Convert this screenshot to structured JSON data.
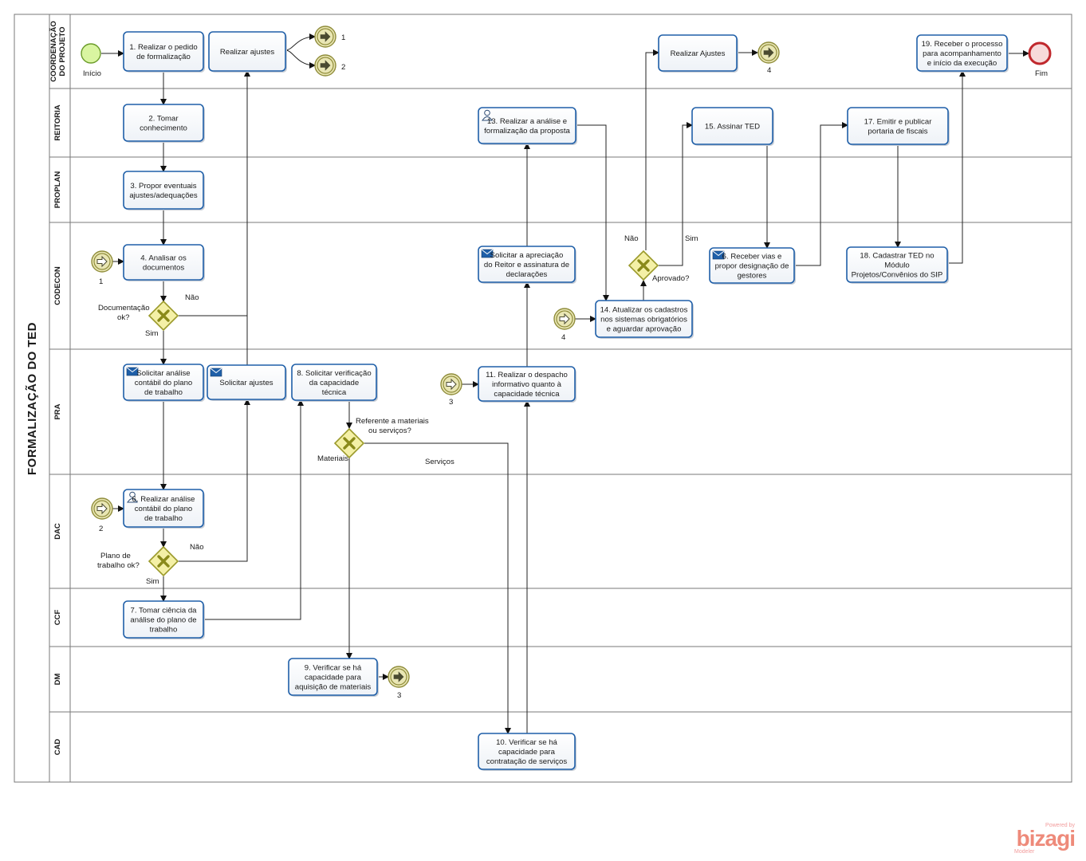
{
  "pool": {
    "title": "FORMALIZAÇÃO DO TED"
  },
  "lanes": [
    {
      "id": "coord",
      "name": "COORDENAÇÃO DO PROJETO",
      "lines": [
        "COORDENAÇÃO",
        "DO PROJETO"
      ]
    },
    {
      "id": "reitoria",
      "name": "REITORIA",
      "lines": [
        "REITORIA"
      ]
    },
    {
      "id": "proplan",
      "name": "PROPLAN",
      "lines": [
        "PROPLAN"
      ]
    },
    {
      "id": "codecon",
      "name": "CODECON",
      "lines": [
        "CODECON"
      ]
    },
    {
      "id": "pra",
      "name": "PRA",
      "lines": [
        "PRA"
      ]
    },
    {
      "id": "dac",
      "name": "DAC",
      "lines": [
        "DAC"
      ]
    },
    {
      "id": "ccf",
      "name": "CCF",
      "lines": [
        "CCF"
      ]
    },
    {
      "id": "dm",
      "name": "DM",
      "lines": [
        "DM"
      ]
    },
    {
      "id": "cad",
      "name": "CAD",
      "lines": [
        "CAD"
      ]
    }
  ],
  "tasks": [
    {
      "id": "t1",
      "lines": [
        "1. Realizar o pedido",
        "de formalização"
      ],
      "icon": ""
    },
    {
      "id": "t_aj1",
      "lines": [
        "Realizar ajustes"
      ],
      "icon": ""
    },
    {
      "id": "t2",
      "lines": [
        "2. Tomar",
        "conhecimento"
      ],
      "icon": ""
    },
    {
      "id": "t3",
      "lines": [
        "3. Propor eventuais",
        "ajustes/adequações"
      ],
      "icon": ""
    },
    {
      "id": "t4",
      "lines": [
        "4. Analisar os",
        "documentos"
      ],
      "icon": ""
    },
    {
      "id": "t5",
      "lines": [
        "Solicitar análise",
        "contábil do plano",
        "de trabalho"
      ],
      "icon": "envelope"
    },
    {
      "id": "t_saj",
      "lines": [
        "Solicitar  ajustes"
      ],
      "icon": "envelope"
    },
    {
      "id": "t8",
      "lines": [
        "8. Solicitar verificação",
        "da capacidade",
        "técnica"
      ],
      "icon": ""
    },
    {
      "id": "t6",
      "lines": [
        "6. Realizar análise",
        "contábil do plano",
        "de trabalho"
      ],
      "icon": "user"
    },
    {
      "id": "t7",
      "lines": [
        "7. Tomar ciência da",
        "análise do plano de",
        "trabalho"
      ],
      "icon": ""
    },
    {
      "id": "t9",
      "lines": [
        "9. Verificar se há",
        "capacidade para",
        "aquisição de materiais"
      ],
      "icon": ""
    },
    {
      "id": "t10",
      "lines": [
        "10. Verificar se há",
        "capacidade para",
        "contratação de serviços"
      ],
      "icon": ""
    },
    {
      "id": "t11",
      "lines": [
        "11. Realizar o despacho",
        "informativo quanto à",
        "capacidade técnica"
      ],
      "icon": ""
    },
    {
      "id": "t12",
      "lines": [
        "Solicitar a apreciação",
        "do Reitor e assinatura de",
        "declarações"
      ],
      "icon": "envelope"
    },
    {
      "id": "t13",
      "lines": [
        "13. Realizar a análise e",
        "formalização da proposta"
      ],
      "icon": "user"
    },
    {
      "id": "t14",
      "lines": [
        "14. Atualizar os cadastros",
        "nos sistemas obrigatórios",
        "e aguardar aprovação"
      ],
      "icon": ""
    },
    {
      "id": "t_aj2",
      "lines": [
        "Realizar Ajustes"
      ],
      "icon": ""
    },
    {
      "id": "t15",
      "lines": [
        "15. Assinar TED"
      ],
      "icon": ""
    },
    {
      "id": "t16",
      "lines": [
        "6. Receber vias e",
        "propor designação de",
        "gestores"
      ],
      "icon": "envelope"
    },
    {
      "id": "t17",
      "lines": [
        "17. Emitir e publicar",
        "portaria de fiscais"
      ],
      "icon": ""
    },
    {
      "id": "t18",
      "lines": [
        "18. Cadastrar TED no",
        "Módulo",
        "Projetos/Convênios do  SIP"
      ],
      "icon": ""
    },
    {
      "id": "t19",
      "lines": [
        "19. Receber o processo",
        "para acompanhamento",
        "e início da execução"
      ],
      "icon": ""
    }
  ],
  "gateways": [
    {
      "id": "g_doc",
      "label": [
        "Documentação",
        "ok?"
      ]
    },
    {
      "id": "g_mat",
      "label": [
        "Referente a materiais",
        "ou serviços?"
      ]
    },
    {
      "id": "g_plano",
      "label": [
        "Plano de",
        "trabalho ok?"
      ]
    },
    {
      "id": "g_apr",
      "label": [
        "Aprovado?"
      ]
    }
  ],
  "events": [
    {
      "id": "start",
      "label": "Início"
    },
    {
      "id": "end",
      "label": "Fim"
    },
    {
      "id": "lt1",
      "label": "1"
    },
    {
      "id": "lt2",
      "label": "2"
    },
    {
      "id": "lt4",
      "label": "4"
    },
    {
      "id": "lt3",
      "label": "3"
    },
    {
      "id": "lc1",
      "label": "1"
    },
    {
      "id": "lc2",
      "label": "2"
    },
    {
      "id": "lc3",
      "label": "3"
    },
    {
      "id": "lc4",
      "label": "4"
    }
  ],
  "flow_labels": [
    {
      "id": "f_nao1",
      "text": "Não"
    },
    {
      "id": "f_sim1",
      "text": "Sim"
    },
    {
      "id": "f_nao2",
      "text": "Não"
    },
    {
      "id": "f_sim2",
      "text": "Sim"
    },
    {
      "id": "f_nao3",
      "text": "Não"
    },
    {
      "id": "f_sim3",
      "text": "Sim"
    },
    {
      "id": "f_materiais",
      "text": "Materiais"
    },
    {
      "id": "f_servicos",
      "text": "Serviços"
    }
  ],
  "watermark": {
    "powered": "Powered by",
    "brand": "bizagi",
    "product": "Modeler"
  },
  "colors": {
    "task_border": "#1f5fa8",
    "gateway_fill": "#f4f0a6",
    "gateway_border": "#9b9a2b",
    "start_fill": "#d9f5a1",
    "end_border": "#c0282d",
    "link_fill": "#e9e6b4"
  }
}
